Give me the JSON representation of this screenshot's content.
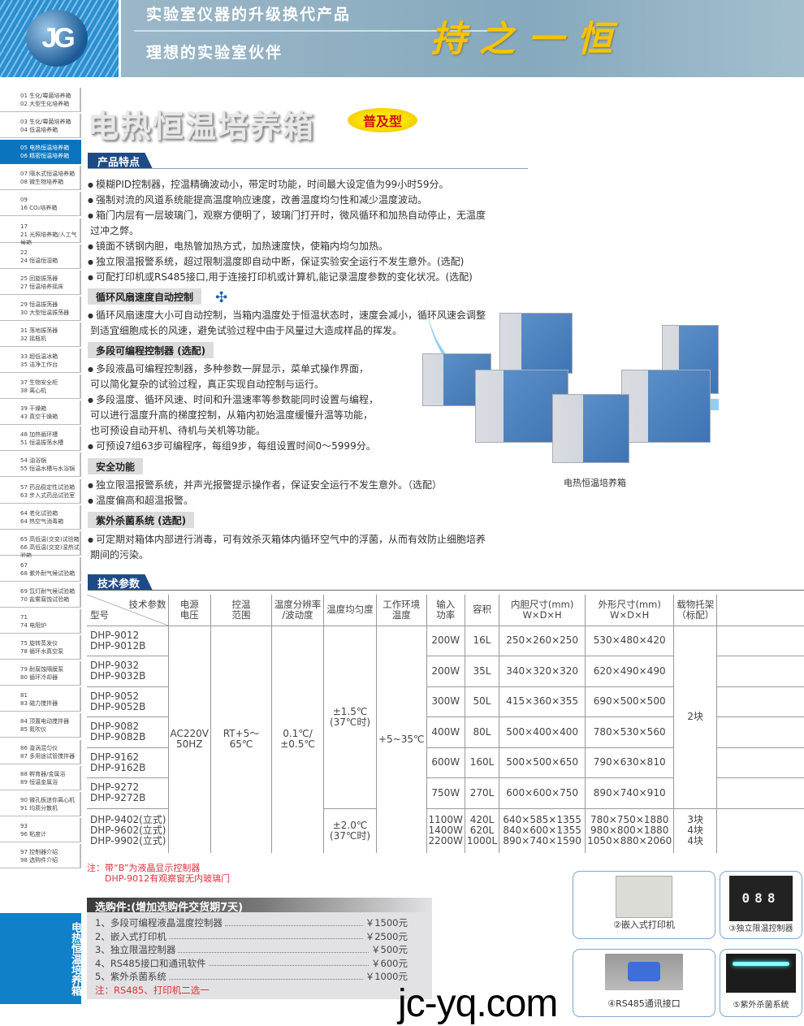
{
  "header": {
    "logo_text": "JG",
    "slogan1": "实验室仪器的升级换代产品",
    "slogan2": "理想的实验室伙伴",
    "calligraphy": "持之一恒"
  },
  "sidebar": {
    "items": [
      {
        "label": "01 生化/霉菌培养箱\n02 大型生化培养箱"
      },
      {
        "label": "03 生化/霉菌培养箱\n04 低温培养箱"
      },
      {
        "label": "05 电热恒温培养箱\n06 精密恒温培养箱",
        "active": true
      },
      {
        "label": "07 隔水式恒温培养箱\n08 微生物培养箱"
      },
      {
        "label": "09\n16 CO₂培养箱"
      },
      {
        "label": "17\n21 光照培养箱/人工气候箱"
      },
      {
        "label": "22\n24 恒温恒湿箱"
      },
      {
        "label": "25 回旋振荡器\n27 恒温培养摇床"
      },
      {
        "label": "29 恒温振荡器\n30 大型恒温振荡器"
      },
      {
        "label": "31 落地振荡器\n32 摇瓶机"
      },
      {
        "label": "33 超低温冰箱\n35 洁净工作台"
      },
      {
        "label": "37 生物安全柜\n38 离心机"
      },
      {
        "label": "39 干燥箱\n43 真空干燥箱"
      },
      {
        "label": "48 加热循环槽\n51 恒温振荡水槽"
      },
      {
        "label": "54 油浴锅\n55 恒温水槽与水浴锅"
      },
      {
        "label": "57 药品稳定性试验箱\n63 步入式药品试验室"
      },
      {
        "label": "64 老化试验箱\n64 热空气消毒箱"
      },
      {
        "label": "65 高低温(交变)试验箱\n66 高低温(交变)湿热试验箱"
      },
      {
        "label": "67\n68 紫外耐气候试验箱"
      },
      {
        "label": "69 氙灯耐气候试验箱\n70 盐雾腐蚀试验箱"
      },
      {
        "label": "71\n74 电阻炉"
      },
      {
        "label": "75 旋转蒸发仪\n78 循环水真空泵"
      },
      {
        "label": "79 耐腐蚀隔膜泵\n80 循环冷却器"
      },
      {
        "label": "81\n83 磁力搅拌器"
      },
      {
        "label": "84 顶置电动搅拌器\n85 氮吹仪"
      },
      {
        "label": "86 漩涡混匀仪\n87 多用途试管搅拌器"
      },
      {
        "label": "88 孵育器/金属浴\n89 恒温金属浴"
      },
      {
        "label": "90 微孔板迷你离心机\n91 均质分散机"
      },
      {
        "label": "93\n96 粘度计"
      },
      {
        "label": "97 控制器介绍\n98 选购件介绍"
      }
    ],
    "section_label": "电热恒温培养箱",
    "accent": "#0b74bf"
  },
  "title": "电热恒温培养箱",
  "badge": "普及型",
  "features": {
    "heading": "产品特点",
    "items": [
      "模糊PID控制器，控温精确波动小，带定时功能，时间最大设定值为99小时59分。",
      "强制对流的风道系统能提高温度响应速度，改善温度均匀性和减少温度波动。",
      "箱门内层有一层玻璃门，观察方便明了，玻璃门打开时，微风循环和加热自动停止，无温度",
      "过冲之弊。",
      "镜面不锈钢内胆，电热管加热方式，加热速度快，使箱内均匀加热。",
      "独立限温报警系统，超过限制温度即自动中断，保证实验安全运行不发生意外。(选配)",
      "可配打印机或RS485接口,用于连接打印机或计算机,能记录温度参数的变化状况。(选配)"
    ]
  },
  "fan": {
    "heading": "循环风扇速度自动控制",
    "icon": "fan-icon",
    "items": [
      "循环风扇速度大小可自动控制，当箱内温度处于恒温状态时，速度会减小，循环风速会调整",
      "到适宜细胞成长的风速，避免试验过程中由于风量过大造成样品的挥发。"
    ]
  },
  "programmable": {
    "heading": "多段可编程控制器 (选配)",
    "items": [
      "多段液晶可编程控制器，多种参数一屏显示，菜单式操作界面，",
      "可以简化复杂的试验过程，真正实现自动控制与运行。",
      "多段温度、循环风速、时间和升温速率等参数能同时设置与编程，",
      "可以进行温度升高的梯度控制，从箱内初始温度缓慢升温等功能，",
      "也可预设自动开机、待机与关机等功能。",
      "可预设7组63步可编程序，每组9步，每组设置时间0～5999分。"
    ]
  },
  "safety": {
    "heading": "安全功能",
    "items": [
      "独立限温报警系统，并声光报警提示操作者，保证安全运行不发生意外。（选配）",
      "温度偏高和超温报警。"
    ]
  },
  "uv": {
    "heading": "紫外杀菌系统 (选配)",
    "items": [
      "可定期对箱体内部进行消毒，可有效杀灭箱体内循环空气中的浮菌，从而有效防止细胞培养",
      "期间的污染。"
    ]
  },
  "product_caption": "电热恒温培养箱",
  "specs": {
    "heading": "技术参数",
    "header": {
      "corner_top": "技术参数",
      "corner_bottom": "型号",
      "voltage": "电源\n电压",
      "range": "控温\n范围",
      "resolution": "温度分辨率\n/波动度",
      "uniformity": "温度均匀度",
      "ambient": "工作环境\n温度",
      "power": "输入\n功率",
      "volume": "容积",
      "inner": "内胆尺寸(mm)\nW×D×H",
      "outer": "外形尺寸(mm)\nW×D×H",
      "shelves": "载物托架\n（标配）"
    },
    "voltage": "AC220V\n50HZ",
    "range": "RT+5～65℃",
    "resolution": "0.1℃/\n±0.5℃",
    "uniformity_a": "±1.5℃\n(37℃时)",
    "uniformity_b": "±2.0℃\n(37℃时)",
    "ambient": "+5~35℃",
    "shelves_a": "2块",
    "rows": [
      {
        "model": "DHP-9012\nDHP-9012B",
        "power": "200W",
        "volume": "16L",
        "inner": "250×260×250",
        "outer": "530×480×420"
      },
      {
        "model": "DHP-9032\nDHP-9032B",
        "power": "200W",
        "volume": "35L",
        "inner": "340×320×320",
        "outer": "620×490×490"
      },
      {
        "model": "DHP-9052\nDHP-9052B",
        "power": "300W",
        "volume": "50L",
        "inner": "415×360×355",
        "outer": "690×500×500"
      },
      {
        "model": "DHP-9082\nDHP-9082B",
        "power": "400W",
        "volume": "80L",
        "inner": "500×400×400",
        "outer": "780×530×560"
      },
      {
        "model": "DHP-9162\nDHP-9162B",
        "power": "600W",
        "volume": "160L",
        "inner": "500×500×650",
        "outer": "790×630×810"
      },
      {
        "model": "DHP-9272\nDHP-9272B",
        "power": "750W",
        "volume": "270L",
        "inner": "600×600×750",
        "outer": "890×740×910"
      },
      {
        "model": "DHP-9402(立式)\nDHP-9602(立式)\nDHP-9902(立式)",
        "power": "1100W\n1400W\n2200W",
        "volume": "420L\n620L\n1000L",
        "inner": "640×585×1355\n840×600×1355\n890×740×1590",
        "outer": "780×750×1880\n980×800×1880\n1050×880×2060",
        "shelves": "3块\n4块\n4块"
      }
    ]
  },
  "notes": [
    "注：带“B”为液晶显示控制器",
    "DHP-9012有观察窗无内玻璃门"
  ],
  "options": {
    "heading": "选购件:(增加选购件交货期7天)",
    "items": [
      {
        "name": "1、多段可编程液晶温度控制器",
        "price": "￥1500元"
      },
      {
        "name": "2、嵌入式打印机",
        "price": "￥2500元"
      },
      {
        "name": "3、独立限温控制器",
        "price": "￥500元"
      },
      {
        "name": "4、RS485接口和通讯软件",
        "price": "￥600元"
      },
      {
        "name": "5、紫外杀菌系统",
        "price": "￥1000元"
      }
    ],
    "note": "注：RS485、打印机二选一"
  },
  "accessories": [
    {
      "label": "②嵌入式打印机"
    },
    {
      "label": "③独立限温控制器",
      "display": "088"
    },
    {
      "label": "④RS485通讯接口"
    },
    {
      "label": "⑤紫外杀菌系统"
    }
  ],
  "watermark": "jc-yq.com"
}
